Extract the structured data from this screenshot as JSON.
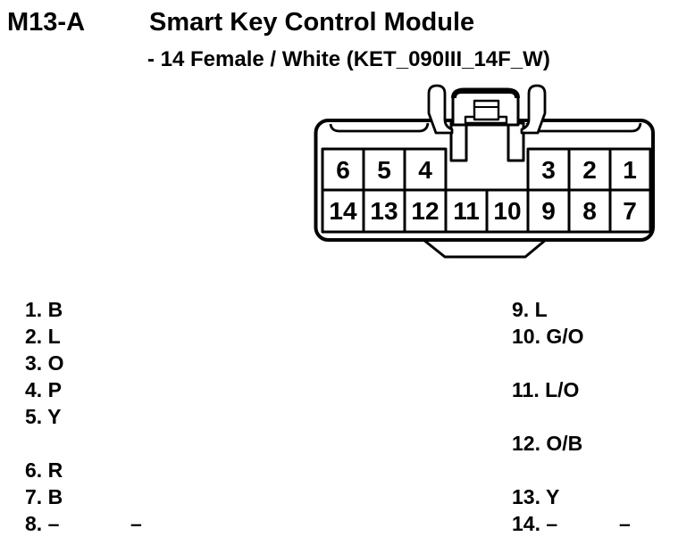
{
  "header": {
    "connector_id": "M13-A",
    "title": "Smart Key Control Module",
    "subtitle": "- 14 Female / White (KET_090III_14F_W)"
  },
  "connector": {
    "description": "14-pin female connector, front view, two rows",
    "top_row": [
      "6",
      "5",
      "4",
      "3",
      "2",
      "1"
    ],
    "bottom_row": [
      "14",
      "13",
      "12",
      "11",
      "10",
      "9",
      "8",
      "7"
    ]
  },
  "pin_list": {
    "left": [
      "1. B",
      "2. L",
      "3. O",
      "4. P",
      "5. Y",
      "6. R",
      "7. B",
      "8. –"
    ],
    "right": [
      "9. L",
      "10. G/O",
      "11. L/O",
      "12. O/B",
      "13. Y",
      "14. –"
    ],
    "left_extra_dash": "–",
    "right_extra_dash": "–"
  },
  "colors": {
    "ink": "#000000",
    "background": "#ffffff"
  }
}
